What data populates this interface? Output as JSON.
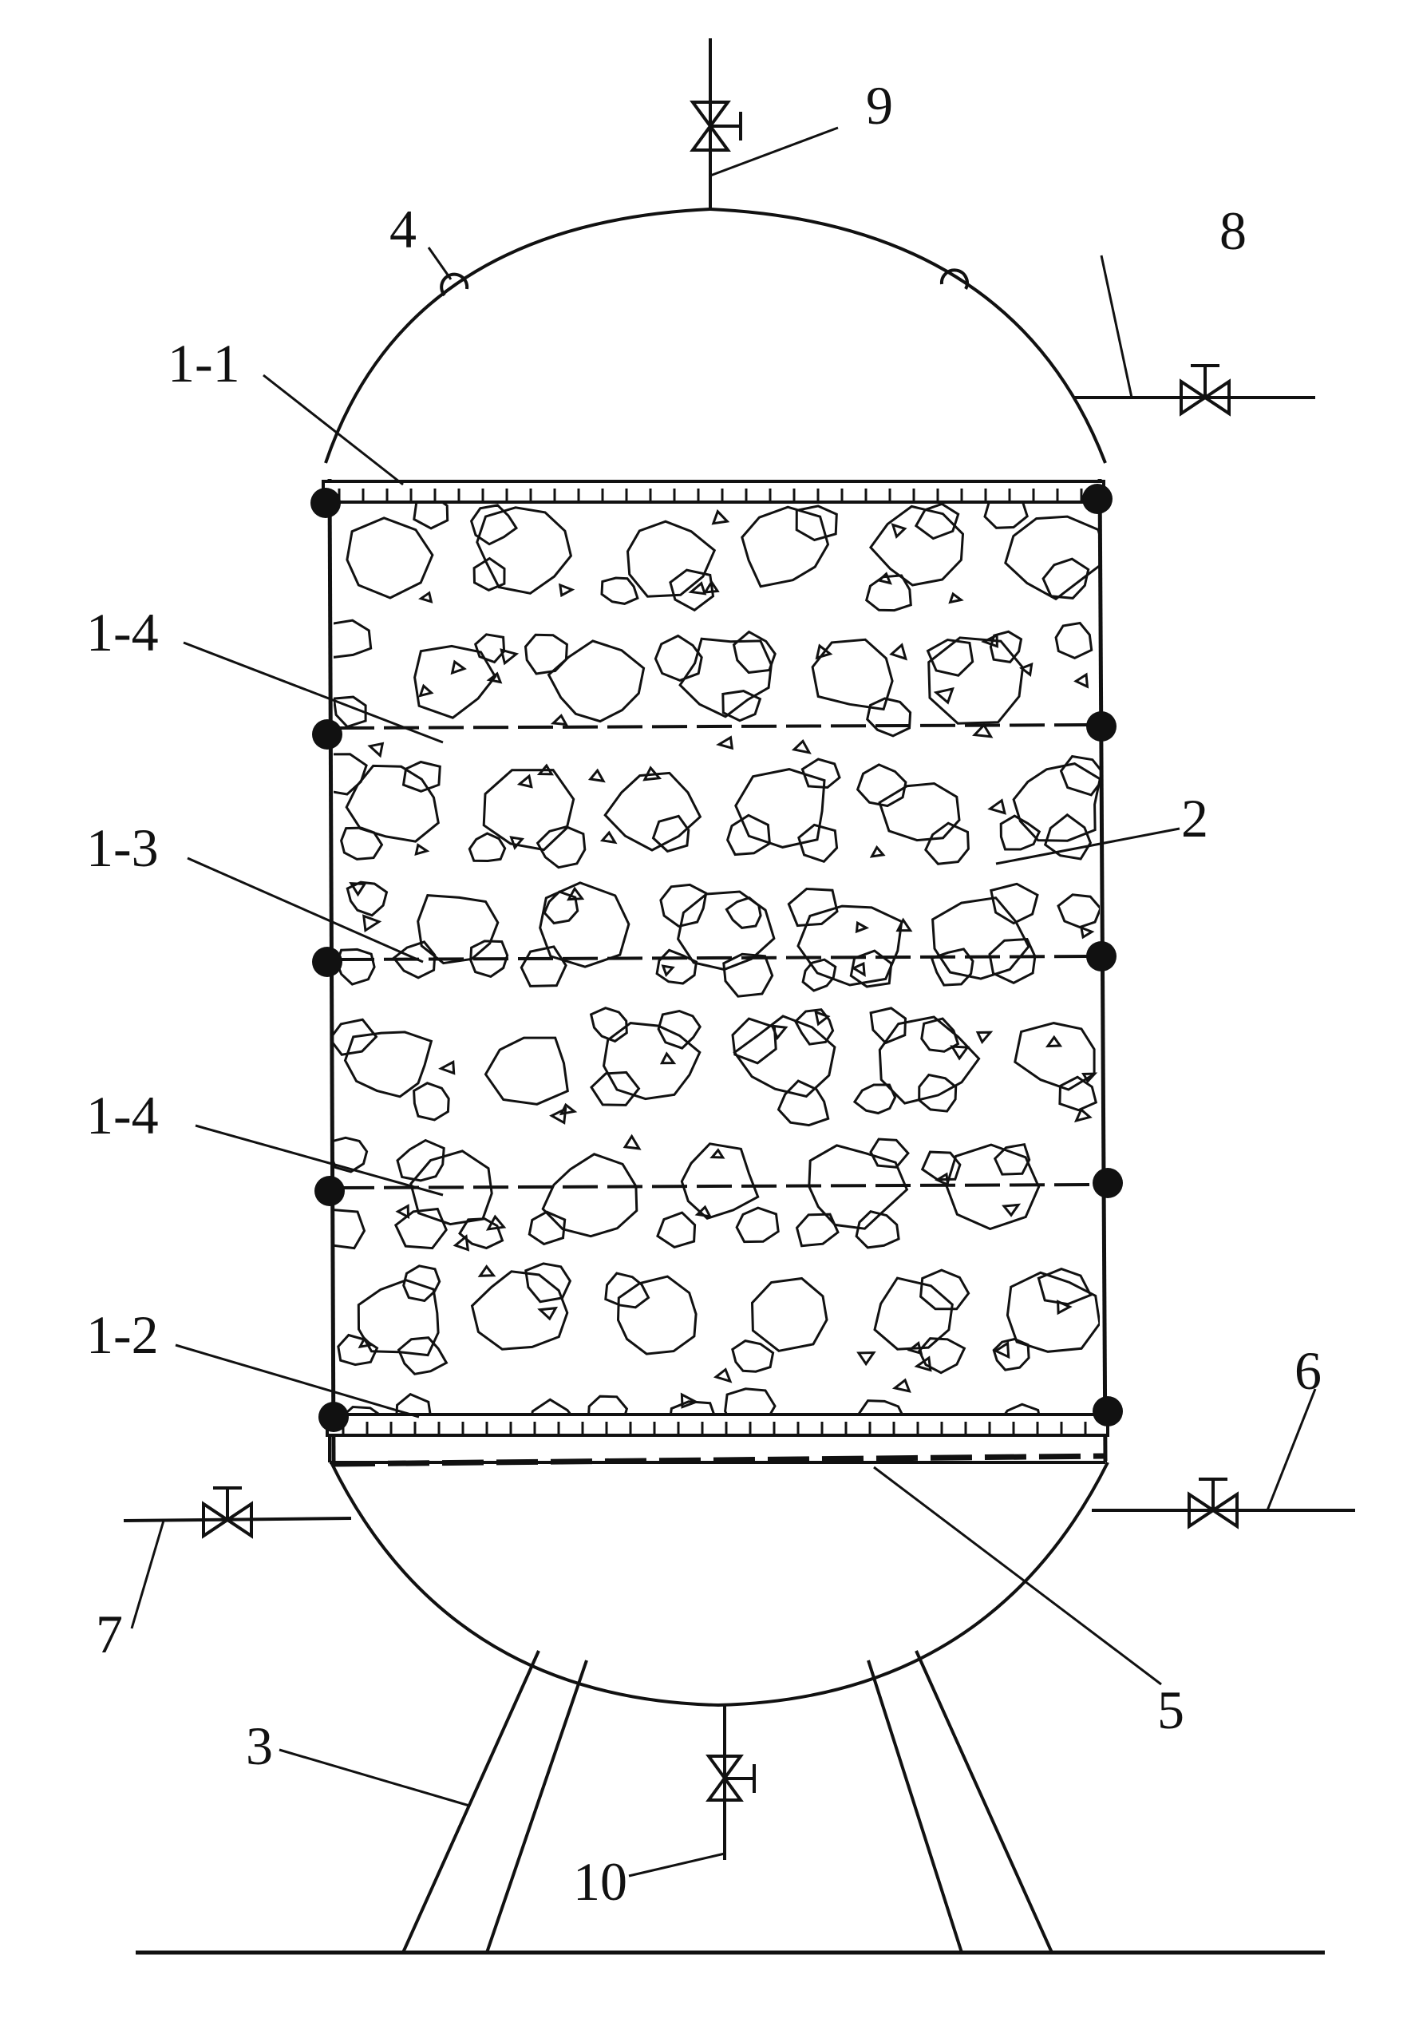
{
  "labels": {
    "top_plate": "1-1",
    "bottom_plate": "1-2",
    "middle_plate": "1-3",
    "upper_grid": "1-4",
    "lower_grid": "1-4",
    "packing": "2",
    "support_legs": "3",
    "top_fitting": "4",
    "distributor": "5",
    "side_outlet_right": "6",
    "side_inlet_left": "7",
    "upper_outlet_right": "8",
    "top_vent": "9",
    "bottom_drain": "10"
  },
  "colors": {
    "line": "#111111",
    "background": "#ffffff"
  }
}
